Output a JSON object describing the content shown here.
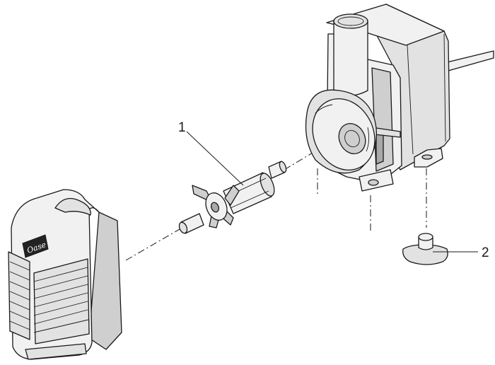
{
  "callouts": {
    "impeller": "1",
    "suction_foot": "2"
  },
  "logo": {
    "text": "Oase"
  }
}
